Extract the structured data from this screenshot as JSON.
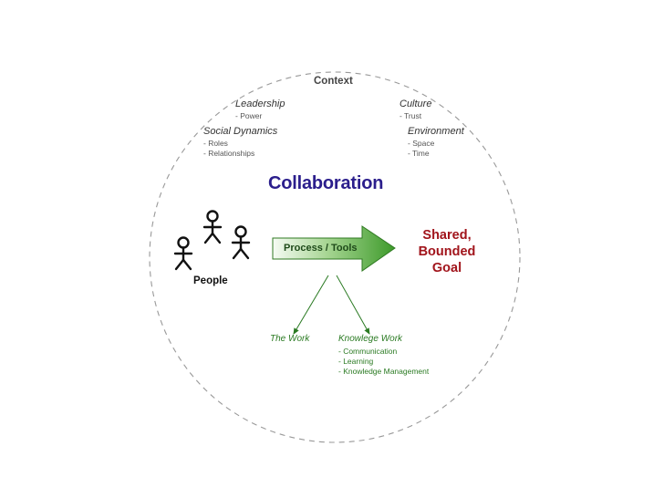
{
  "context": {
    "title": "Context",
    "leadership": {
      "heading": "Leadership",
      "items": [
        "- Power"
      ]
    },
    "culture": {
      "heading": "Culture",
      "items": [
        "- Trust"
      ]
    },
    "social_dynamics": {
      "heading": "Social Dynamics",
      "items": [
        "- Roles",
        "- Relationships"
      ]
    },
    "environment": {
      "heading": "Environment",
      "items": [
        "- Space",
        "- Time"
      ]
    }
  },
  "title": "Collaboration",
  "people_label": "People",
  "process_label": "Process / Tools",
  "goal_lines": [
    "Shared,",
    "Bounded",
    "Goal"
  ],
  "the_work": "The Work",
  "knowledge_work": {
    "heading": "Knowlege Work",
    "items": [
      "- Communication",
      "- Learning",
      "- Knowledge Management"
    ]
  },
  "colors": {
    "title": "#2b1e8c",
    "goal": "#a1141b",
    "green": "#2a7a22",
    "circle": "#999999"
  }
}
